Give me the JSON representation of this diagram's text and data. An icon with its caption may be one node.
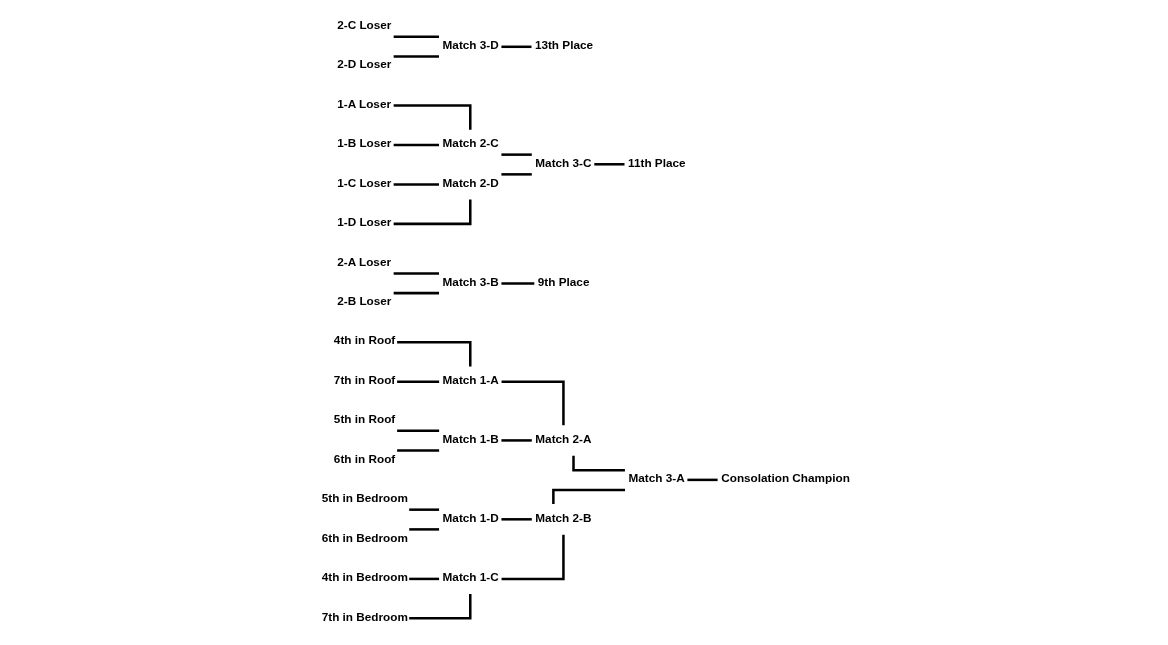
{
  "diagram": {
    "nodes": [
      {
        "text": [
          "4th in Roof"
        ]
      },
      {
        "text": [
          "Match 1-A"
        ]
      },
      {
        "text": [
          "7th in Roof"
        ]
      },
      {
        "text": [
          "Match 2-A"
        ]
      },
      {
        "text": [
          "5th in Roof"
        ]
      },
      {
        "text": [
          "Match 1-B"
        ]
      },
      {
        "text": [
          "6th in Roof"
        ]
      },
      {
        "text": [
          "Match 3-A"
        ]
      },
      {
        "text": [
          "Consolation Champion"
        ]
      },
      {
        "text": [
          "4th in Bedroom"
        ]
      },
      {
        "text": [
          "Match 1-C"
        ]
      },
      {
        "text": [
          "7th in Bedroom"
        ]
      },
      {
        "text": [
          "Match 2-B"
        ]
      },
      {
        "text": [
          "5th in Bedroom"
        ]
      },
      {
        "text": [
          "Match 1-D"
        ]
      },
      {
        "text": [
          "6th in Bedroom"
        ]
      },
      {
        "text": [
          "2-A Loser"
        ]
      },
      {
        "text": [
          "Match 3-B"
        ]
      },
      {
        "text": [
          "9th Place"
        ]
      },
      {
        "text": [
          "2-B Loser"
        ]
      },
      {
        "text": [
          "1-A Loser"
        ]
      },
      {
        "text": [
          "Match 2-C"
        ]
      },
      {
        "text": [
          "1-B Loser"
        ]
      },
      {
        "text": [
          "Match 3-C"
        ]
      },
      {
        "text": [
          "11th Place"
        ]
      },
      {
        "text": [
          "1-C Loser"
        ]
      },
      {
        "text": [
          "Match 2-D"
        ]
      },
      {
        "text": [
          "1-D Loser"
        ]
      },
      {
        "text": [
          "2-C Loser"
        ]
      },
      {
        "text": [
          "Match 3-D"
        ]
      },
      {
        "text": [
          "13th Place"
        ]
      },
      {
        "text": [
          "2-D Loser"
        ]
      }
    ],
    "edges": [
      {
        "from": 0,
        "to": 1,
        "arrow": "none"
      },
      {
        "from": 2,
        "to": 1,
        "arrow": "none"
      },
      {
        "from": 4,
        "to": 5,
        "arrow": "none"
      },
      {
        "from": 6,
        "to": 5,
        "arrow": "none"
      },
      {
        "from": 1,
        "to": 3,
        "arrow": "none"
      },
      {
        "from": 5,
        "to": 3,
        "arrow": "none"
      },
      {
        "from": 9,
        "to": 10,
        "arrow": "none"
      },
      {
        "from": 11,
        "to": 10,
        "arrow": "none"
      },
      {
        "from": 13,
        "to": 14,
        "arrow": "none"
      },
      {
        "from": 15,
        "to": 14,
        "arrow": "none"
      },
      {
        "from": 10,
        "to": 12,
        "arrow": "none"
      },
      {
        "from": 14,
        "to": 12,
        "arrow": "none"
      },
      {
        "from": 3,
        "to": 7,
        "arrow": "none"
      },
      {
        "from": 12,
        "to": 7,
        "arrow": "none"
      },
      {
        "from": 7,
        "to": 8,
        "arrow": "none"
      },
      {
        "from": 16,
        "to": 17,
        "arrow": "none"
      },
      {
        "from": 19,
        "to": 17,
        "arrow": "none"
      },
      {
        "from": 17,
        "to": 18,
        "arrow": "none"
      },
      {
        "from": 20,
        "to": 21,
        "arrow": "none"
      },
      {
        "from": 22,
        "to": 21,
        "arrow": "none"
      },
      {
        "from": 25,
        "to": 26,
        "arrow": "none"
      },
      {
        "from": 27,
        "to": 26,
        "arrow": "none"
      },
      {
        "from": 21,
        "to": 23,
        "arrow": "none"
      },
      {
        "from": 26,
        "to": 23,
        "arrow": "none"
      },
      {
        "from": 23,
        "to": 24,
        "arrow": "none"
      },
      {
        "from": 28,
        "to": 29,
        "arrow": "none"
      },
      {
        "from": 31,
        "to": 29,
        "arrow": "none"
      },
      {
        "from": 29,
        "to": 30,
        "arrow": "none"
      }
    ]
  }
}
